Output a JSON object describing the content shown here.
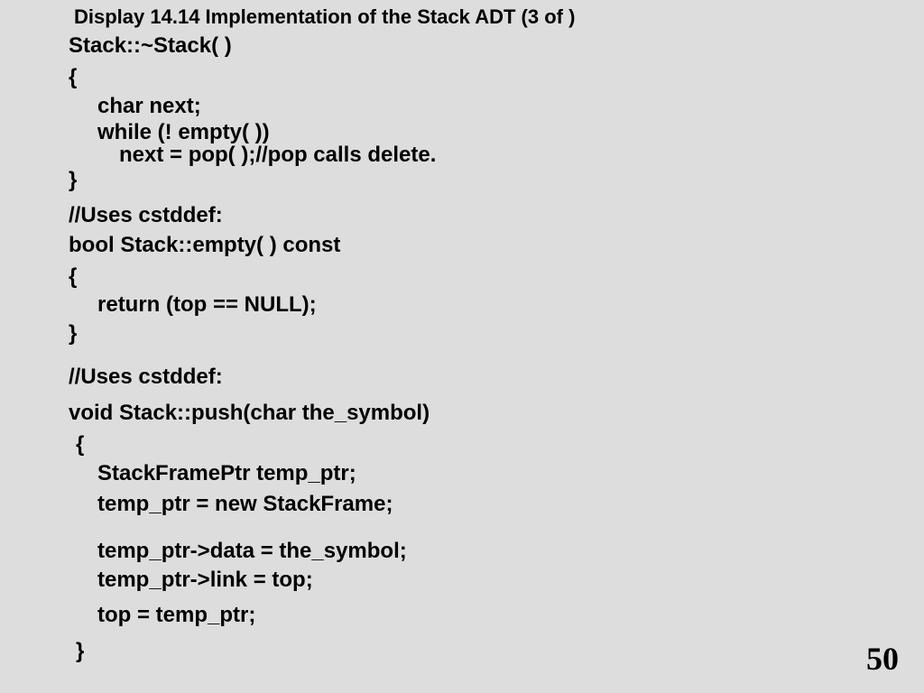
{
  "slide": {
    "title": "Display 14.14 Implementation of the Stack ADT (3 of )",
    "page_number": "50",
    "background_color": "#dddddd",
    "text_color": "#000000"
  },
  "code": {
    "destructor": {
      "signature": "Stack::~Stack( )",
      "open_brace": "{",
      "line1": "char next;",
      "line2": "while (! empty( ))",
      "line3": "next = pop( );//pop calls delete.",
      "close_brace": "}"
    },
    "empty": {
      "comment": "//Uses cstddef:",
      "signature": "bool Stack::empty( ) const",
      "open_brace": "{",
      "line1": "return (top == NULL);",
      "close_brace": "}"
    },
    "push": {
      "comment": "//Uses cstddef:",
      "signature": "void Stack::push(char the_symbol)",
      "open_brace": "{",
      "line1": "StackFramePtr temp_ptr;",
      "line2": "temp_ptr = new StackFrame;",
      "line3": "temp_ptr->data = the_symbol;",
      "line4": "temp_ptr->link = top;",
      "line5": "top = temp_ptr;",
      "close_brace": "}"
    }
  }
}
